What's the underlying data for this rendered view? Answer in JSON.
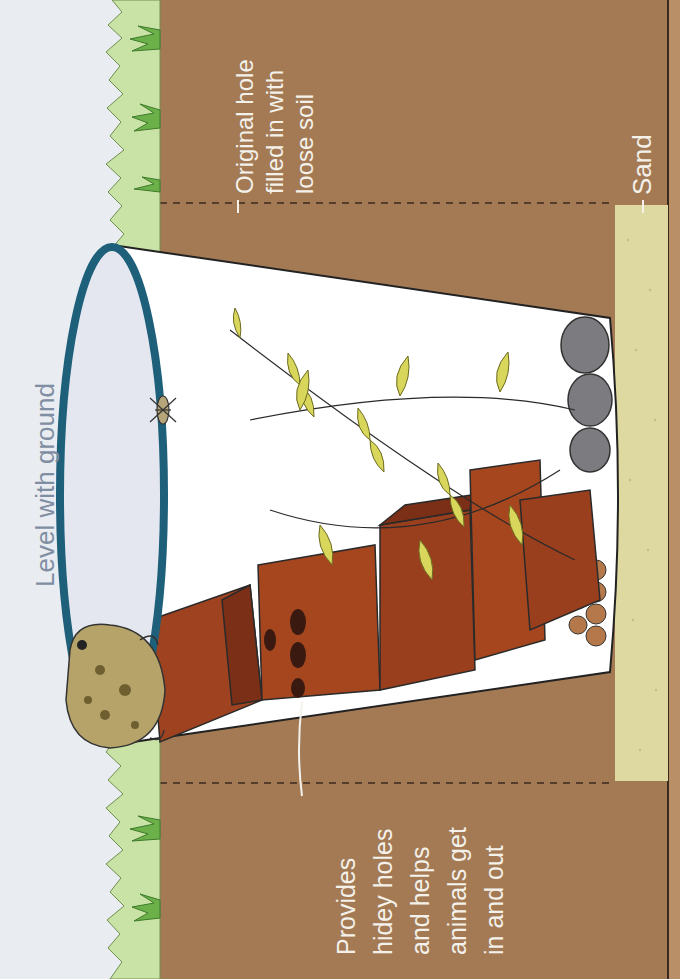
{
  "diagram": {
    "labels": [
      "Level with ground",
      "Original hole filled in with loose soil",
      "Sand",
      "Provides hidey holes and helps animals get in and out"
    ]
  }
}
